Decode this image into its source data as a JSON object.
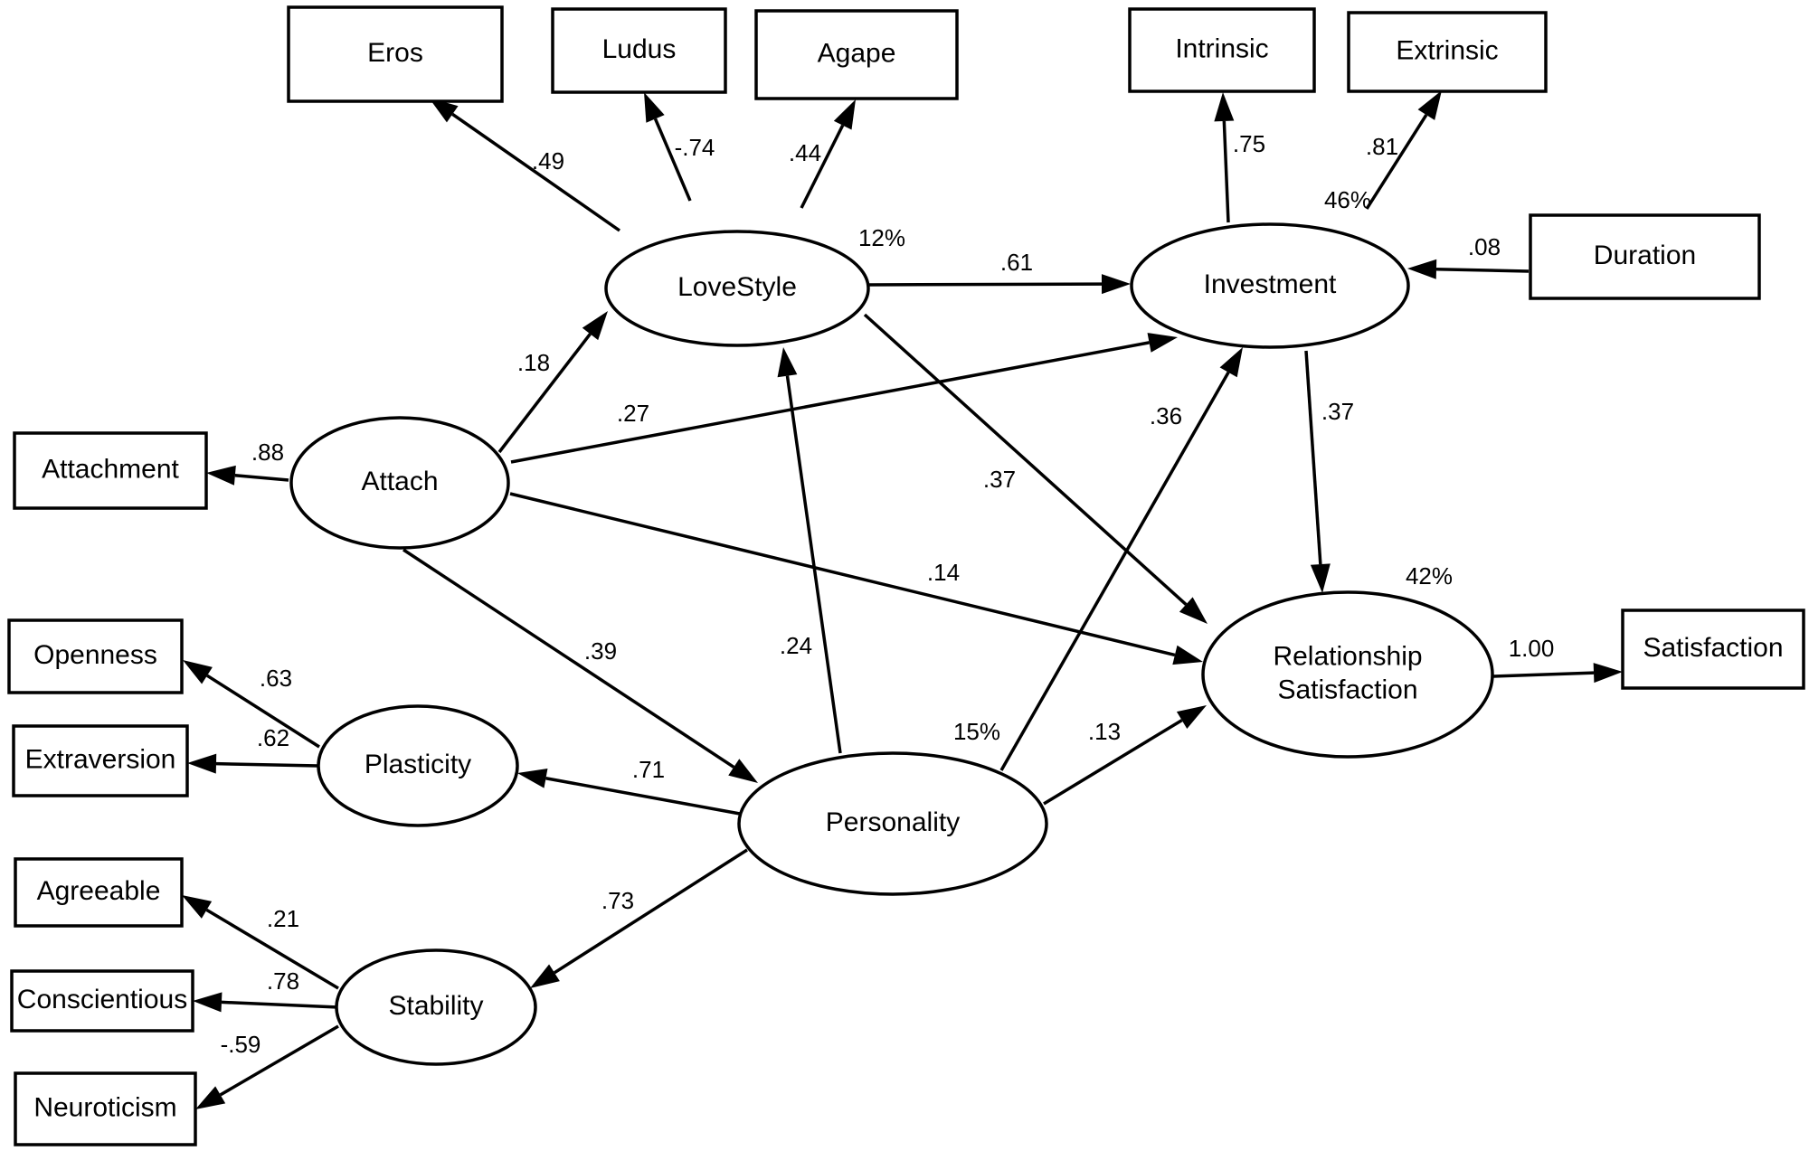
{
  "nodes": [
    {
      "id": "eros",
      "label": "Eros",
      "kind": "observed"
    },
    {
      "id": "ludus",
      "label": "Ludus",
      "kind": "observed"
    },
    {
      "id": "agape",
      "label": "Agape",
      "kind": "observed"
    },
    {
      "id": "intrinsic",
      "label": "Intrinsic",
      "kind": "observed"
    },
    {
      "id": "extrinsic",
      "label": "Extrinsic",
      "kind": "observed"
    },
    {
      "id": "duration",
      "label": "Duration",
      "kind": "observed"
    },
    {
      "id": "attachment",
      "label": "Attachment",
      "kind": "observed"
    },
    {
      "id": "openness",
      "label": "Openness",
      "kind": "observed"
    },
    {
      "id": "extraversion",
      "label": "Extraversion",
      "kind": "observed"
    },
    {
      "id": "agreeable",
      "label": "Agreeable",
      "kind": "observed"
    },
    {
      "id": "conscientious",
      "label": "Conscientious",
      "kind": "observed"
    },
    {
      "id": "neuroticism",
      "label": "Neuroticism",
      "kind": "observed"
    },
    {
      "id": "satisfaction",
      "label": "Satisfaction",
      "kind": "observed"
    },
    {
      "id": "lovestyle",
      "label": "LoveStyle",
      "kind": "latent",
      "r2": "12%"
    },
    {
      "id": "investment",
      "label": "Investment",
      "kind": "latent",
      "r2": "46%"
    },
    {
      "id": "attach",
      "label": "Attach",
      "kind": "latent"
    },
    {
      "id": "plasticity",
      "label": "Plasticity",
      "kind": "latent"
    },
    {
      "id": "personality",
      "label": "Personality",
      "kind": "latent",
      "r2": "15%"
    },
    {
      "id": "stability",
      "label": "Stability",
      "kind": "latent"
    },
    {
      "id": "relsat",
      "label": "Relationship\nSatisfaction",
      "kind": "latent",
      "r2": "42%"
    }
  ],
  "edges": [
    {
      "from": "lovestyle",
      "to": "eros",
      "coef": ".49"
    },
    {
      "from": "lovestyle",
      "to": "ludus",
      "coef": "-.74"
    },
    {
      "from": "lovestyle",
      "to": "agape",
      "coef": ".44"
    },
    {
      "from": "investment",
      "to": "intrinsic",
      "coef": ".75"
    },
    {
      "from": "investment",
      "to": "extrinsic",
      "coef": ".81"
    },
    {
      "from": "duration",
      "to": "investment",
      "coef": ".08"
    },
    {
      "from": "lovestyle",
      "to": "investment",
      "coef": ".61"
    },
    {
      "from": "attach",
      "to": "lovestyle",
      "coef": ".18"
    },
    {
      "from": "attach",
      "to": "attachment",
      "coef": ".88"
    },
    {
      "from": "attach",
      "to": "investment",
      "coef": ".27"
    },
    {
      "from": "lovestyle",
      "to": "relsat",
      "coef": ".37"
    },
    {
      "from": "investment",
      "to": "relsat",
      "coef": ".37"
    },
    {
      "from": "attach",
      "to": "relsat",
      "coef": ".14"
    },
    {
      "from": "attach",
      "to": "personality",
      "coef": ".39"
    },
    {
      "from": "personality",
      "to": "lovestyle",
      "coef": ".24"
    },
    {
      "from": "personality",
      "to": "investment",
      "coef": ".36"
    },
    {
      "from": "personality",
      "to": "relsat",
      "coef": ".13"
    },
    {
      "from": "relsat",
      "to": "satisfaction",
      "coef": "1.00"
    },
    {
      "from": "plasticity",
      "to": "openness",
      "coef": ".63"
    },
    {
      "from": "plasticity",
      "to": "extraversion",
      "coef": ".62"
    },
    {
      "from": "personality",
      "to": "plasticity",
      "coef": ".71"
    },
    {
      "from": "personality",
      "to": "stability",
      "coef": ".73"
    },
    {
      "from": "stability",
      "to": "agreeable",
      "coef": ".21"
    },
    {
      "from": "stability",
      "to": "conscientious",
      "coef": ".78"
    },
    {
      "from": "stability",
      "to": "neuroticism",
      "coef": "-.59"
    }
  ]
}
